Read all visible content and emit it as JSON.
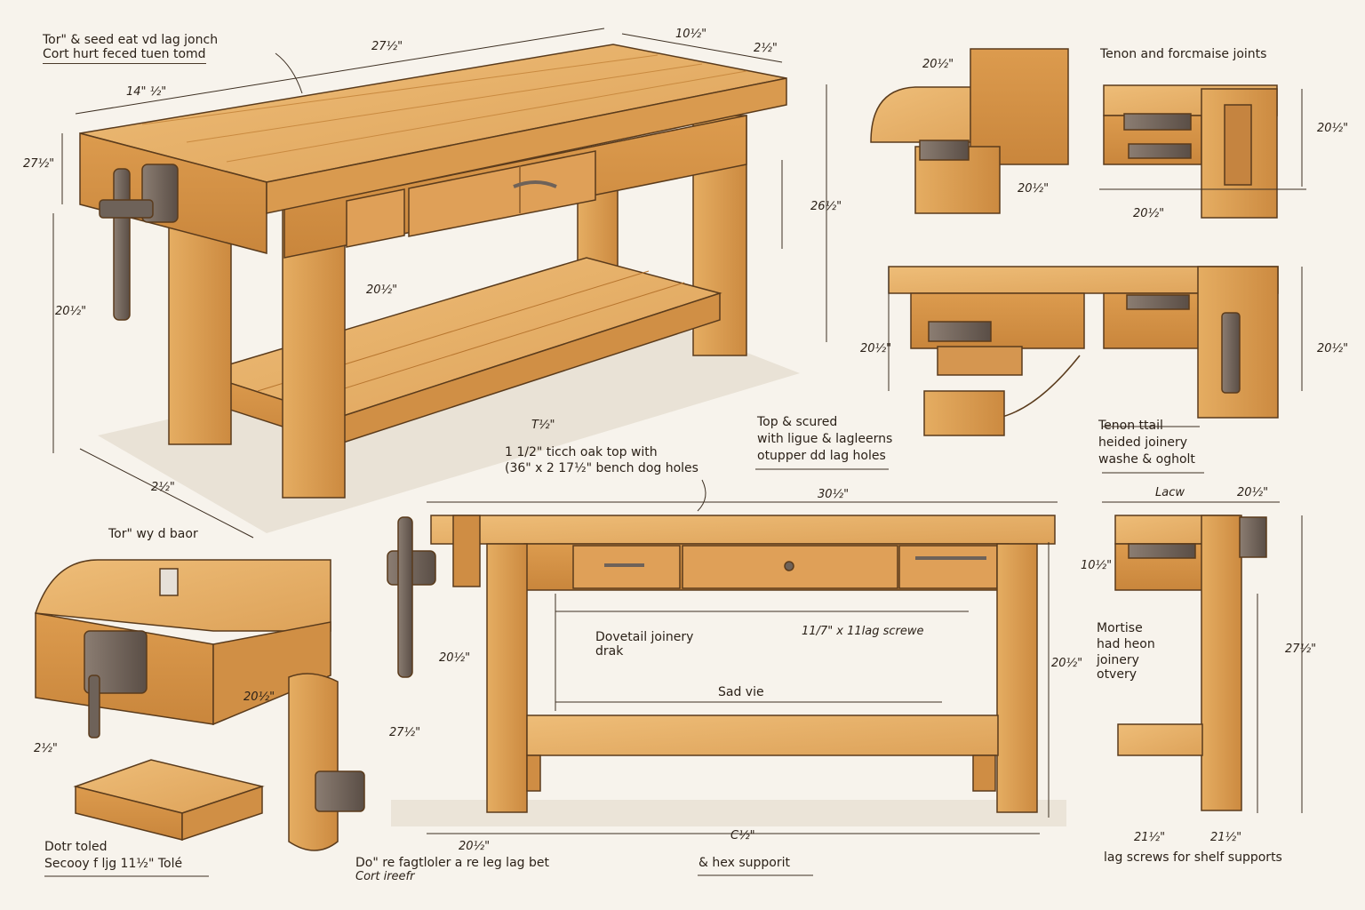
{
  "colors": {
    "paper": "#f7f3ec",
    "wood_light": "#e9b56c",
    "wood_mid": "#d9984c",
    "wood_dark": "#b8762f",
    "ink": "#2b2118",
    "metal": "#6e6259"
  },
  "labels": {
    "top_left_note_1": "Tor\" & seed eat vd lag jonch",
    "top_left_note_2": "Cort hurt feced tuen tomd",
    "main_dim_top_a": "27½\"",
    "main_dim_top_b": "10½\"",
    "main_dim_top_c": "2½\"",
    "main_dim_top_d": "14\" ½\"",
    "main_dim_left_a": "27½\"",
    "main_dim_left_b": "20½\"",
    "main_dim_right_a": "26½\"",
    "main_dim_shelf": "20½\"",
    "main_dim_bottom_a": "2½\"",
    "main_dim_bottom_b": "T½\"",
    "top_note_1": "1 1/2\" ticch oak top with",
    "top_note_2": "(36\" x 2 17½\" bench dog holes",
    "tenon_title": "Tenon and forcmaise joints",
    "tenon_dim_a": "20½\"",
    "tenon_dim_b": "20½\"",
    "tenon_dim_c": "20½\"",
    "tenon_dim_d": "20½\"",
    "mid_dim_left": "20½\"",
    "mid_dim_right": "20½\"",
    "top_secured_1": "Top & scured",
    "top_secured_2": "with ligue & lagleerns",
    "top_secured_3": "otupper dd lag holes",
    "tenon_tail_1": "Tenon ttail",
    "tenon_tail_2": "heided joinery",
    "tenon_tail_3": "washe & ogholt",
    "vise_title": "Tor\" wy d baor",
    "vise_dim_a": "2½\"",
    "vise_dim_b": "20½\"",
    "leg_dim": "27½\"",
    "block_note_1": "Dotr toled",
    "block_note_2": "Secooy f ljg 11½\" Tolé",
    "bottom_note_1": "Do\" re fagtloler a re leg lag bet",
    "bottom_note_2": "Cort ireefr",
    "front_dim_top": "30½\"",
    "front_dim_left": "20½\"",
    "front_dim_right": "20½\"",
    "dovetail_1": "Dovetail joinery",
    "dovetail_2": "drak",
    "lag_screw": "11/7\" x 11lag screwe",
    "side_view": "Sad vie",
    "front_dim_bottom_a": "20½\"",
    "front_dim_bottom_b": "C½\"",
    "hex_support": "& hex supporit",
    "side_dim_top_a": "Lacw",
    "side_dim_top_b": "20½\"",
    "side_dim_left": "10½\"",
    "side_dim_right": "27½\"",
    "mortise_1": "Mortise",
    "mortise_2": "had heon",
    "mortise_3": "joinery",
    "mortise_4": "otvery",
    "side_dim_bottom_a": "21½\"",
    "side_dim_bottom_b": "21½\"",
    "lag_shelf": "lag screws for shelf supports"
  }
}
